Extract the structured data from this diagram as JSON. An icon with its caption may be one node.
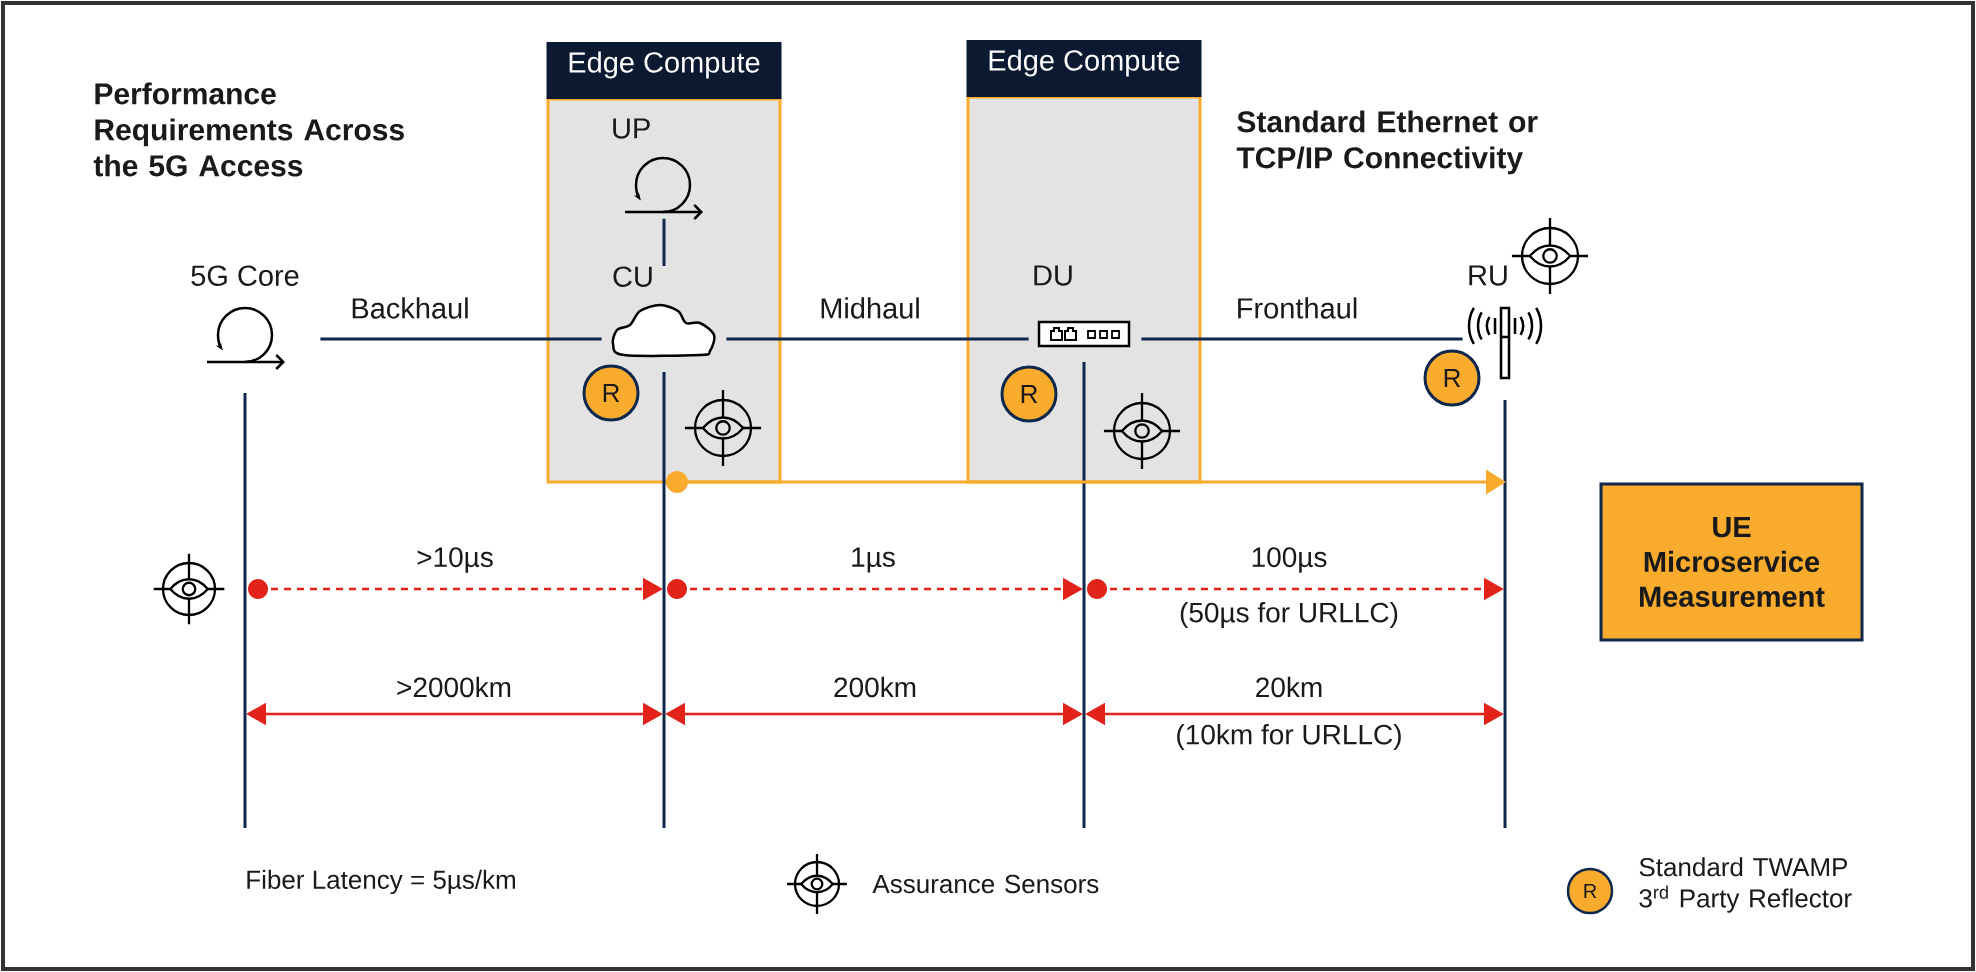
{
  "diagram": {
    "title": "Performance Requirements Across the 5G Access",
    "nodes": [
      {
        "text": [
          "5G Core"
        ]
      },
      {
        "text": [
          "Edge Compute"
        ]
      },
      {
        "text": [
          "UP"
        ],
        "in": 1
      },
      {
        "text": [
          "CU"
        ],
        "in": 1
      },
      {
        "text": [
          "R"
        ],
        "in": 1
      },
      {
        "text": [
          "Edge Compute"
        ]
      },
      {
        "text": [
          "DU"
        ],
        "in": 5
      },
      {
        "text": [
          "R"
        ],
        "in": 5
      },
      {
        "text": [
          "RU"
        ]
      },
      {
        "text": [
          "R"
        ]
      },
      {
        "text": [
          "UE Microservice Measurement"
        ]
      }
    ],
    "edges": [
      {
        "from": 0,
        "to": 3,
        "arrow": "none",
        "label": "Backhaul"
      },
      {
        "from": 2,
        "to": 3,
        "arrow": "none"
      },
      {
        "from": 3,
        "to": 6,
        "arrow": "none",
        "label": "Midhaul"
      },
      {
        "from": 6,
        "to": 8,
        "arrow": "none",
        "label": "Fronthaul"
      }
    ],
    "labels": [
      "Standard Ethernet or TCP/IP Connectivity",
      ">10µs",
      "1µs",
      "100µs",
      "(50µs for URLLC)",
      ">2000km",
      "200km",
      "20km",
      "(10km for URLLC)",
      "Fiber Latency = 5µs/km",
      "R"
    ],
    "legend": [
      {
        "text": "Assurance Sensors"
      },
      {
        "text": "Standard TWAMP 3$^{rd}$ Party Reflector"
      }
    ]
  }
}
